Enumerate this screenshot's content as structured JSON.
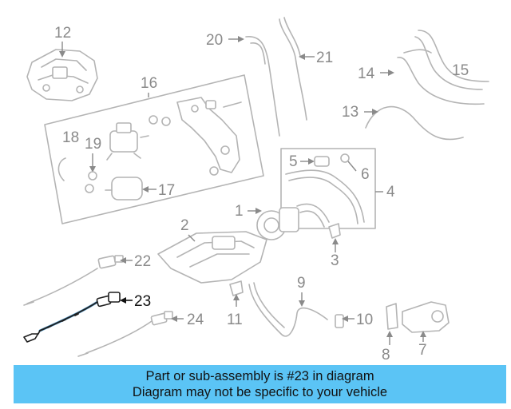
{
  "callouts": {
    "n1": "1",
    "n2": "2",
    "n3": "3",
    "n4": "4",
    "n5": "5",
    "n6": "6",
    "n7": "7",
    "n8": "8",
    "n9": "9",
    "n10": "10",
    "n11": "11",
    "n12": "12",
    "n13": "13",
    "n14": "14",
    "n15": "15",
    "n16": "16",
    "n17": "17",
    "n18": "18",
    "n19": "19",
    "n20": "20",
    "n21": "21",
    "n22": "22",
    "n23": "23",
    "n24": "24"
  },
  "highlight": {
    "part": "23",
    "color": "#5aa0d0"
  },
  "banner": {
    "line1": "Part or sub-assembly is #23 in diagram",
    "line2": "Diagram may not be specific to your vehicle",
    "background": "#5bc4f5"
  }
}
